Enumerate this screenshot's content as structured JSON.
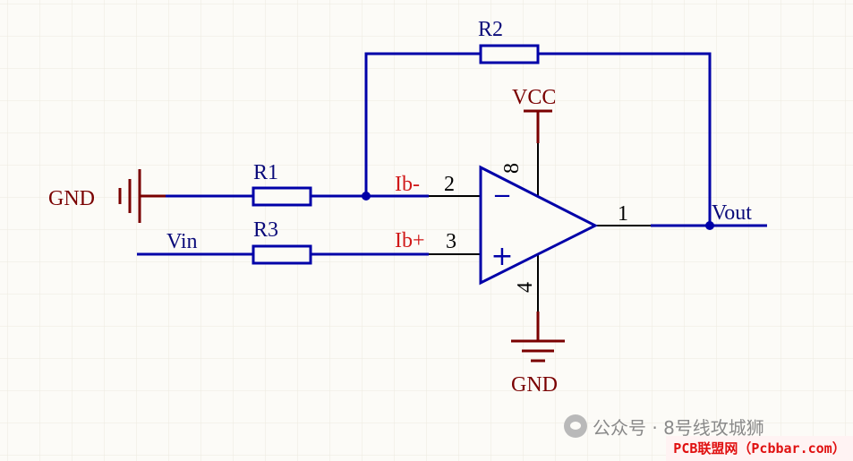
{
  "labels": {
    "r1": "R1",
    "r2": "R2",
    "r3": "R3",
    "vcc": "VCC",
    "gnd_left": "GND",
    "gnd_bottom": "GND",
    "vin": "Vin",
    "vout": "Vout",
    "ib_minus": "Ib-",
    "ib_plus": "Ib+",
    "pin2": "2",
    "pin3": "3",
    "pin1": "1",
    "pin8": "8",
    "pin4": "4",
    "minus_sign": "−",
    "plus_sign": "+"
  },
  "watermark": {
    "text": "公众号 · 8号线攻城狮",
    "icon": "wechat-icon",
    "site": "PCB联盟网（Pcbbar.com）"
  },
  "colors": {
    "wire": "#0000a8",
    "pin": "#000000",
    "power": "#7a0000",
    "ib_label": "#d01818",
    "grid": "#ece9df",
    "background": "#fcfbf7"
  }
}
